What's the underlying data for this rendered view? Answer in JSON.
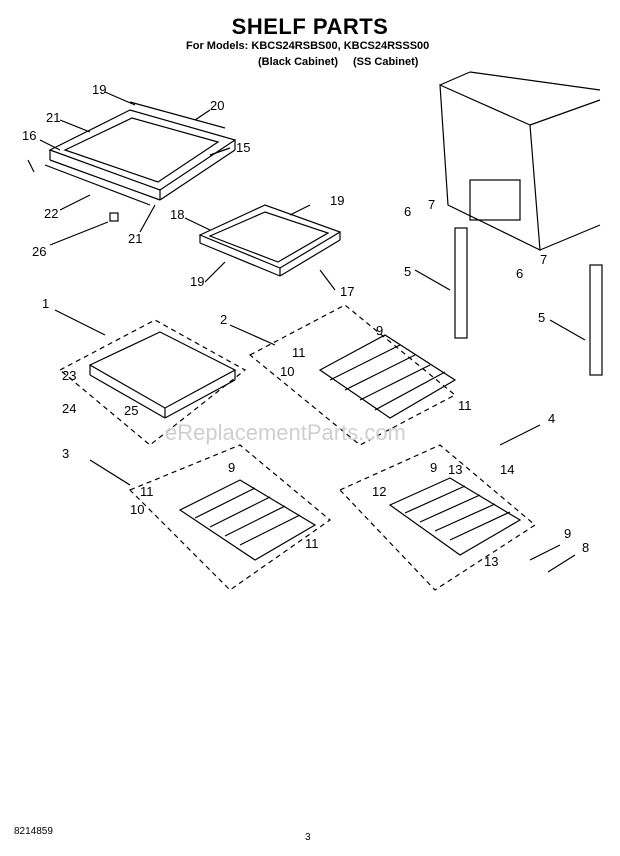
{
  "header": {
    "title": "SHELF PARTS",
    "models": "For Models: KBCS24RSBS00, KBCS24RSSS00",
    "cabinet_black": "(Black Cabinet)",
    "cabinet_ss": "(SS Cabinet)"
  },
  "watermark": "eReplacementParts.com",
  "footer": {
    "doc_number": "8214859",
    "page_number": "3"
  },
  "callouts": [
    "19",
    "20",
    "21",
    "16",
    "15",
    "22",
    "21",
    "26",
    "19",
    "18",
    "19",
    "17",
    "6",
    "7",
    "5",
    "6",
    "7",
    "5",
    "1",
    "2",
    "9",
    "11",
    "10",
    "11",
    "23",
    "24",
    "25",
    "4",
    "3",
    "9",
    "11",
    "10",
    "11",
    "9",
    "13",
    "14",
    "12",
    "13",
    "9",
    "8"
  ]
}
